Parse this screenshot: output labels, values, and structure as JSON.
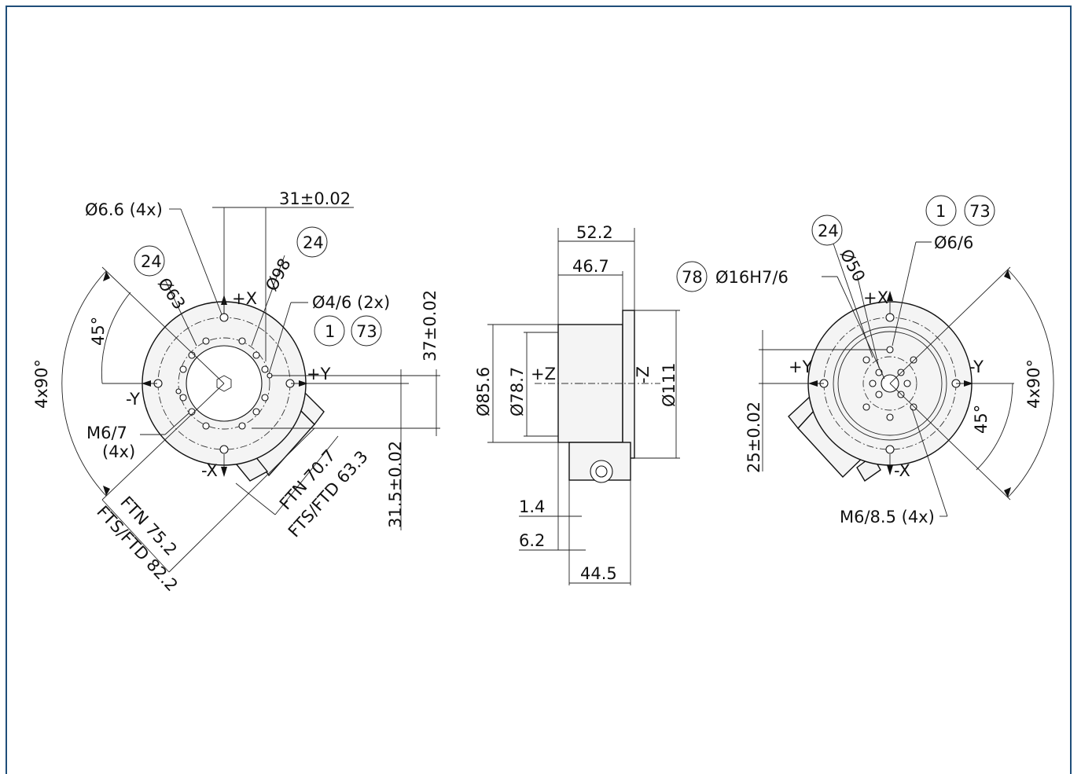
{
  "colors": {
    "frame": "#1f4e79",
    "lines": "#111111",
    "background": "#ffffff"
  },
  "left_view": {
    "dim_hole_pattern": "Ø6.6 (4x)",
    "dim_offset": "31±0.02",
    "bubble_24_a": "24",
    "bubble_24_b": "24",
    "dim_d63": "Ø63",
    "dim_d98": "Ø98",
    "dim_pin": "Ø4/6 (2x)",
    "bubble_1": "1",
    "bubble_73": "73",
    "axis_px": "+X",
    "axis_nx": "-X",
    "axis_py": "+Y",
    "axis_ny": "-Y",
    "angle_45": "45°",
    "angle_4x90": "4x90°",
    "thread": "M6/7",
    "thread_qty": "(4x)",
    "dim_37": "37±0.02",
    "dim_31_5": "31.5±0.02",
    "ftn_75": "FTN 75.2",
    "fts_82": "FTS/FTD 82.2",
    "ftn_70": "FTN 70.7",
    "fts_63": "FTS/FTD 63.3"
  },
  "side_view": {
    "dim_52_2": "52.2",
    "dim_46_7": "46.7",
    "dim_d85_6": "Ø85.6",
    "dim_d78_7": "Ø78.7",
    "axis_pz": "+Z",
    "axis_nz": "-Z",
    "dim_d111": "Ø111",
    "dim_1_4": "1.4",
    "dim_6_2": "6.2",
    "dim_44_5": "44.5"
  },
  "right_view": {
    "bubble_1": "1",
    "bubble_73": "73",
    "bubble_24": "24",
    "dim_pin": "Ø6/6",
    "dim_d50": "Ø50",
    "bubble_78": "78",
    "dim_bore": "Ø16H7/6",
    "axis_px": "+X",
    "axis_nx": "-X",
    "axis_py": "+Y",
    "axis_ny": "-Y",
    "dim_25": "25±0.02",
    "angle_45": "45°",
    "angle_4x90": "4x90°",
    "thread": "M6/8.5 (4x)"
  }
}
